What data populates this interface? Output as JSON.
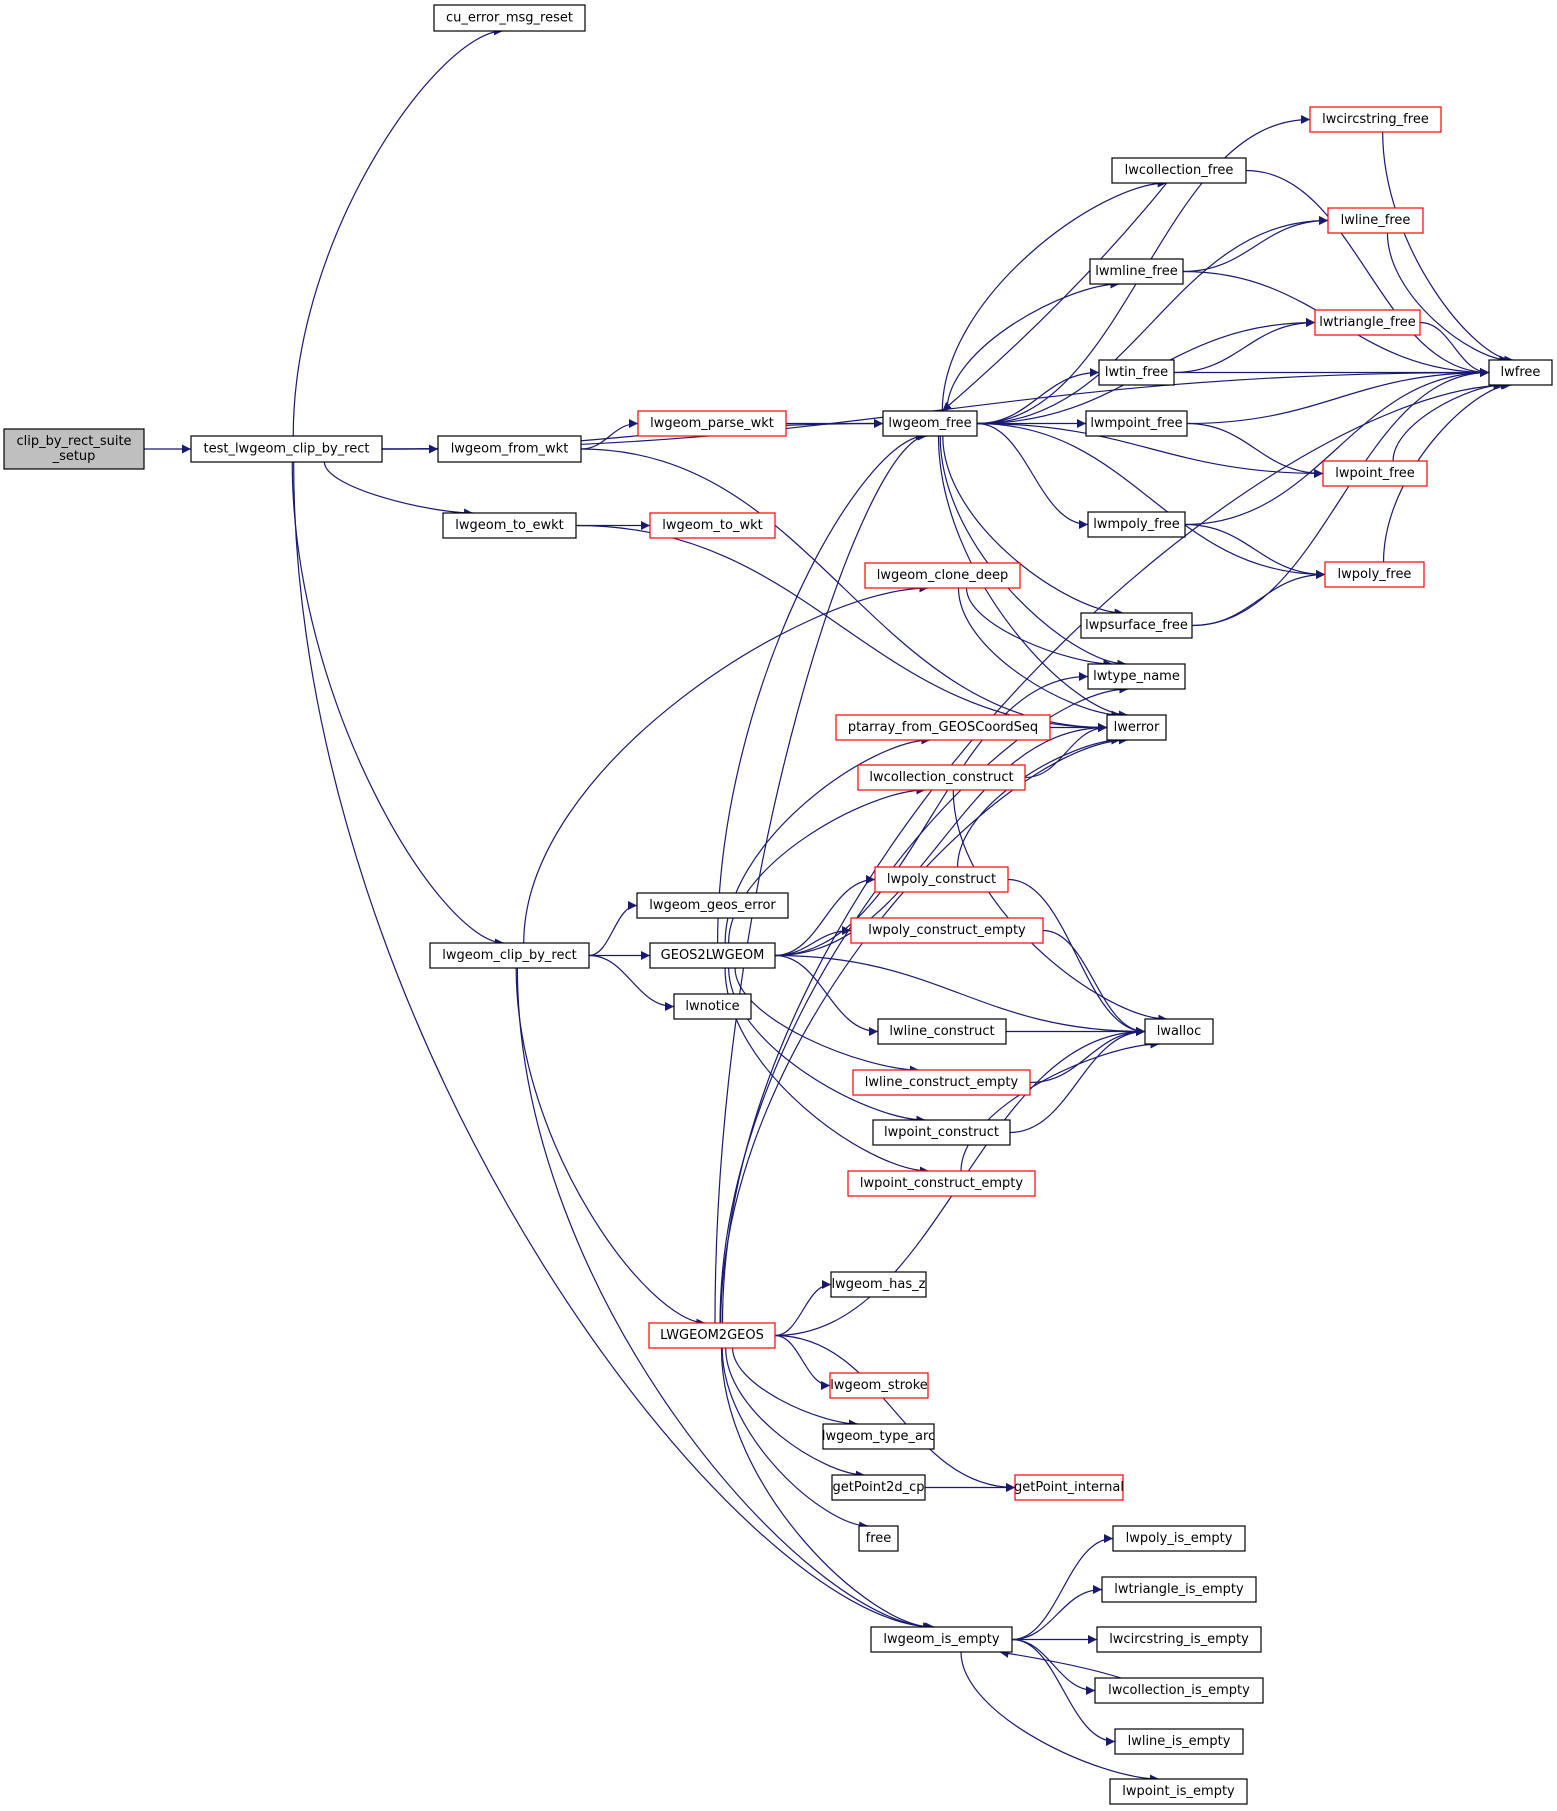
{
  "diagram": {
    "title": "Call graph for clip_by_rect_suite_setup",
    "colors": {
      "edge": "#191970",
      "node_border": "#000000",
      "node_border_truncated": "#ff0000",
      "root_fill": "#bfbfbf",
      "node_fill": "#ffffff"
    },
    "nodes": [
      {
        "id": "clip_by_rect_suite_setup",
        "label": [
          "clip_by_rect_suite",
          "_setup"
        ],
        "style": "root"
      },
      {
        "id": "test_lwgeom_clip_by_rect",
        "label": [
          "test_lwgeom_clip_by_rect"
        ],
        "style": "normal"
      },
      {
        "id": "cu_error_msg_reset",
        "label": [
          "cu_error_msg_reset"
        ],
        "style": "normal"
      },
      {
        "id": "lwgeom_from_wkt",
        "label": [
          "lwgeom_from_wkt"
        ],
        "style": "normal"
      },
      {
        "id": "lwgeom_parse_wkt",
        "label": [
          "lwgeom_parse_wkt"
        ],
        "style": "truncated"
      },
      {
        "id": "lwgeom_to_ewkt",
        "label": [
          "lwgeom_to_ewkt"
        ],
        "style": "normal"
      },
      {
        "id": "lwgeom_to_wkt",
        "label": [
          "lwgeom_to_wkt"
        ],
        "style": "truncated"
      },
      {
        "id": "lwgeom_free",
        "label": [
          "lwgeom_free"
        ],
        "style": "normal"
      },
      {
        "id": "lwcircstring_free",
        "label": [
          "lwcircstring_free"
        ],
        "style": "truncated"
      },
      {
        "id": "lwcollection_free",
        "label": [
          "lwcollection_free"
        ],
        "style": "normal"
      },
      {
        "id": "lwline_free",
        "label": [
          "lwline_free"
        ],
        "style": "truncated"
      },
      {
        "id": "lwmline_free",
        "label": [
          "lwmline_free"
        ],
        "style": "normal"
      },
      {
        "id": "lwtriangle_free",
        "label": [
          "lwtriangle_free"
        ],
        "style": "truncated"
      },
      {
        "id": "lwtin_free",
        "label": [
          "lwtin_free"
        ],
        "style": "normal"
      },
      {
        "id": "lwmpoint_free",
        "label": [
          "lwmpoint_free"
        ],
        "style": "normal"
      },
      {
        "id": "lwpoint_free",
        "label": [
          "lwpoint_free"
        ],
        "style": "truncated"
      },
      {
        "id": "lwmpoly_free",
        "label": [
          "lwmpoly_free"
        ],
        "style": "normal"
      },
      {
        "id": "lwpoly_free",
        "label": [
          "lwpoly_free"
        ],
        "style": "truncated"
      },
      {
        "id": "lwpsurface_free",
        "label": [
          "lwpsurface_free"
        ],
        "style": "normal"
      },
      {
        "id": "lwtype_name",
        "label": [
          "lwtype_name"
        ],
        "style": "normal"
      },
      {
        "id": "lwfree",
        "label": [
          "lwfree"
        ],
        "style": "normal"
      },
      {
        "id": "lwgeom_clone_deep",
        "label": [
          "lwgeom_clone_deep"
        ],
        "style": "truncated"
      },
      {
        "id": "ptarray_from_GEOSCoordSeq",
        "label": [
          "ptarray_from_GEOSCoordSeq"
        ],
        "style": "truncated"
      },
      {
        "id": "lwerror",
        "label": [
          "lwerror"
        ],
        "style": "normal"
      },
      {
        "id": "lwcollection_construct",
        "label": [
          "lwcollection_construct"
        ],
        "style": "truncated"
      },
      {
        "id": "lwpoly_construct",
        "label": [
          "lwpoly_construct"
        ],
        "style": "truncated"
      },
      {
        "id": "lwpoly_construct_empty",
        "label": [
          "lwpoly_construct_empty"
        ],
        "style": "truncated"
      },
      {
        "id": "lwgeom_geos_error",
        "label": [
          "lwgeom_geos_error"
        ],
        "style": "normal"
      },
      {
        "id": "lwgeom_clip_by_rect",
        "label": [
          "lwgeom_clip_by_rect"
        ],
        "style": "normal"
      },
      {
        "id": "GEOS2LWGEOM",
        "label": [
          "GEOS2LWGEOM"
        ],
        "style": "normal"
      },
      {
        "id": "lwnotice",
        "label": [
          "lwnotice"
        ],
        "style": "normal"
      },
      {
        "id": "lwline_construct",
        "label": [
          "lwline_construct"
        ],
        "style": "normal"
      },
      {
        "id": "lwalloc",
        "label": [
          "lwalloc"
        ],
        "style": "normal"
      },
      {
        "id": "lwline_construct_empty",
        "label": [
          "lwline_construct_empty"
        ],
        "style": "truncated"
      },
      {
        "id": "lwpoint_construct",
        "label": [
          "lwpoint_construct"
        ],
        "style": "normal"
      },
      {
        "id": "lwpoint_construct_empty",
        "label": [
          "lwpoint_construct_empty"
        ],
        "style": "truncated"
      },
      {
        "id": "lwgeom_has_z",
        "label": [
          "lwgeom_has_z"
        ],
        "style": "normal"
      },
      {
        "id": "LWGEOM2GEOS",
        "label": [
          "LWGEOM2GEOS"
        ],
        "style": "truncated"
      },
      {
        "id": "lwgeom_stroke",
        "label": [
          "lwgeom_stroke"
        ],
        "style": "truncated"
      },
      {
        "id": "lwgeom_type_arc",
        "label": [
          "lwgeom_type_arc"
        ],
        "style": "normal"
      },
      {
        "id": "getPoint2d_cp",
        "label": [
          "getPoint2d_cp"
        ],
        "style": "normal"
      },
      {
        "id": "getPoint_internal",
        "label": [
          "getPoint_internal"
        ],
        "style": "truncated"
      },
      {
        "id": "free",
        "label": [
          "free"
        ],
        "style": "normal"
      },
      {
        "id": "lwpoly_is_empty",
        "label": [
          "lwpoly_is_empty"
        ],
        "style": "normal"
      },
      {
        "id": "lwtriangle_is_empty",
        "label": [
          "lwtriangle_is_empty"
        ],
        "style": "normal"
      },
      {
        "id": "lwgeom_is_empty",
        "label": [
          "lwgeom_is_empty"
        ],
        "style": "normal"
      },
      {
        "id": "lwcircstring_is_empty",
        "label": [
          "lwcircstring_is_empty"
        ],
        "style": "normal"
      },
      {
        "id": "lwcollection_is_empty",
        "label": [
          "lwcollection_is_empty"
        ],
        "style": "normal"
      },
      {
        "id": "lwline_is_empty",
        "label": [
          "lwline_is_empty"
        ],
        "style": "normal"
      },
      {
        "id": "lwpoint_is_empty",
        "label": [
          "lwpoint_is_empty"
        ],
        "style": "normal"
      }
    ],
    "edges": [
      [
        "clip_by_rect_suite_setup",
        "test_lwgeom_clip_by_rect"
      ],
      [
        "test_lwgeom_clip_by_rect",
        "cu_error_msg_reset"
      ],
      [
        "test_lwgeom_clip_by_rect",
        "lwfree"
      ],
      [
        "test_lwgeom_clip_by_rect",
        "lwgeom_free"
      ],
      [
        "test_lwgeom_clip_by_rect",
        "lwgeom_from_wkt"
      ],
      [
        "test_lwgeom_clip_by_rect",
        "lwgeom_to_ewkt"
      ],
      [
        "test_lwgeom_clip_by_rect",
        "lwgeom_clip_by_rect"
      ],
      [
        "test_lwgeom_clip_by_rect",
        "lwgeom_is_empty"
      ],
      [
        "lwgeom_from_wkt",
        "lwgeom_parse_wkt"
      ],
      [
        "lwgeom_from_wkt",
        "lwerror"
      ],
      [
        "lwgeom_parse_wkt",
        "lwgeom_free"
      ],
      [
        "lwgeom_to_ewkt",
        "lwgeom_to_wkt"
      ],
      [
        "lwgeom_to_ewkt",
        "lwerror"
      ],
      [
        "lwgeom_free",
        "lwcircstring_free"
      ],
      [
        "lwgeom_free",
        "lwcollection_free"
      ],
      [
        "lwgeom_free",
        "lwline_free"
      ],
      [
        "lwgeom_free",
        "lwmline_free"
      ],
      [
        "lwgeom_free",
        "lwtriangle_free"
      ],
      [
        "lwgeom_free",
        "lwtin_free"
      ],
      [
        "lwgeom_free",
        "lwmpoint_free"
      ],
      [
        "lwgeom_free",
        "lwpoint_free"
      ],
      [
        "lwgeom_free",
        "lwmpoly_free"
      ],
      [
        "lwgeom_free",
        "lwpoly_free"
      ],
      [
        "lwgeom_free",
        "lwpsurface_free"
      ],
      [
        "lwgeom_free",
        "lwtype_name"
      ],
      [
        "lwgeom_free",
        "lwerror"
      ],
      [
        "lwcircstring_free",
        "lwfree"
      ],
      [
        "lwcollection_free",
        "lwgeom_free"
      ],
      [
        "lwcollection_free",
        "lwfree"
      ],
      [
        "lwline_free",
        "lwfree"
      ],
      [
        "lwmline_free",
        "lwline_free"
      ],
      [
        "lwmline_free",
        "lwfree"
      ],
      [
        "lwtriangle_free",
        "lwfree"
      ],
      [
        "lwtin_free",
        "lwtriangle_free"
      ],
      [
        "lwtin_free",
        "lwfree"
      ],
      [
        "lwmpoint_free",
        "lwfree"
      ],
      [
        "lwmpoint_free",
        "lwpoint_free"
      ],
      [
        "lwpoint_free",
        "lwfree"
      ],
      [
        "lwmpoly_free",
        "lwfree"
      ],
      [
        "lwmpoly_free",
        "lwpoly_free"
      ],
      [
        "lwpoly_free",
        "lwfree"
      ],
      [
        "lwpsurface_free",
        "lwpoly_free"
      ],
      [
        "lwpsurface_free",
        "lwfree"
      ],
      [
        "lwgeom_clip_by_rect",
        "lwgeom_clone_deep"
      ],
      [
        "lwgeom_clip_by_rect",
        "lwgeom_geos_error"
      ],
      [
        "lwgeom_clip_by_rect",
        "GEOS2LWGEOM"
      ],
      [
        "lwgeom_clip_by_rect",
        "lwnotice"
      ],
      [
        "lwgeom_clip_by_rect",
        "LWGEOM2GEOS"
      ],
      [
        "lwgeom_clip_by_rect",
        "lwgeom_is_empty"
      ],
      [
        "lwgeom_clone_deep",
        "lwtype_name"
      ],
      [
        "lwgeom_clone_deep",
        "lwerror"
      ],
      [
        "GEOS2LWGEOM",
        "lwgeom_free"
      ],
      [
        "GEOS2LWGEOM",
        "lwtype_name"
      ],
      [
        "GEOS2LWGEOM",
        "lwerror"
      ],
      [
        "GEOS2LWGEOM",
        "ptarray_from_GEOSCoordSeq"
      ],
      [
        "GEOS2LWGEOM",
        "lwcollection_construct"
      ],
      [
        "GEOS2LWGEOM",
        "lwpoly_construct"
      ],
      [
        "GEOS2LWGEOM",
        "lwpoly_construct_empty"
      ],
      [
        "GEOS2LWGEOM",
        "lwalloc"
      ],
      [
        "GEOS2LWGEOM",
        "lwline_construct"
      ],
      [
        "GEOS2LWGEOM",
        "lwline_construct_empty"
      ],
      [
        "GEOS2LWGEOM",
        "lwpoint_construct"
      ],
      [
        "GEOS2LWGEOM",
        "lwpoint_construct_empty"
      ],
      [
        "ptarray_from_GEOSCoordSeq",
        "lwerror"
      ],
      [
        "lwcollection_construct",
        "lwerror"
      ],
      [
        "lwcollection_construct",
        "lwalloc"
      ],
      [
        "lwpoly_construct",
        "lwerror"
      ],
      [
        "lwpoly_construct",
        "lwalloc"
      ],
      [
        "lwpoly_construct_empty",
        "lwalloc"
      ],
      [
        "lwline_construct",
        "lwalloc"
      ],
      [
        "lwline_construct_empty",
        "lwalloc"
      ],
      [
        "lwpoint_construct",
        "lwalloc"
      ],
      [
        "lwpoint_construct_empty",
        "lwalloc"
      ],
      [
        "LWGEOM2GEOS",
        "lwgeom_free"
      ],
      [
        "LWGEOM2GEOS",
        "lwtype_name"
      ],
      [
        "LWGEOM2GEOS",
        "lwerror"
      ],
      [
        "LWGEOM2GEOS",
        "lwalloc"
      ],
      [
        "LWGEOM2GEOS",
        "lwgeom_has_z"
      ],
      [
        "LWGEOM2GEOS",
        "lwfree"
      ],
      [
        "LWGEOM2GEOS",
        "lwgeom_stroke"
      ],
      [
        "LWGEOM2GEOS",
        "lwgeom_type_arc"
      ],
      [
        "LWGEOM2GEOS",
        "getPoint2d_cp"
      ],
      [
        "LWGEOM2GEOS",
        "free"
      ],
      [
        "LWGEOM2GEOS",
        "getPoint_internal"
      ],
      [
        "LWGEOM2GEOS",
        "lwgeom_is_empty"
      ],
      [
        "getPoint2d_cp",
        "getPoint_internal"
      ],
      [
        "lwgeom_is_empty",
        "lwpoly_is_empty"
      ],
      [
        "lwgeom_is_empty",
        "lwtriangle_is_empty"
      ],
      [
        "lwgeom_is_empty",
        "lwcircstring_is_empty"
      ],
      [
        "lwgeom_is_empty",
        "lwcollection_is_empty"
      ],
      [
        "lwgeom_is_empty",
        "lwline_is_empty"
      ],
      [
        "lwgeom_is_empty",
        "lwpoint_is_empty"
      ],
      [
        "lwcollection_is_empty",
        "lwgeom_is_empty"
      ]
    ]
  }
}
